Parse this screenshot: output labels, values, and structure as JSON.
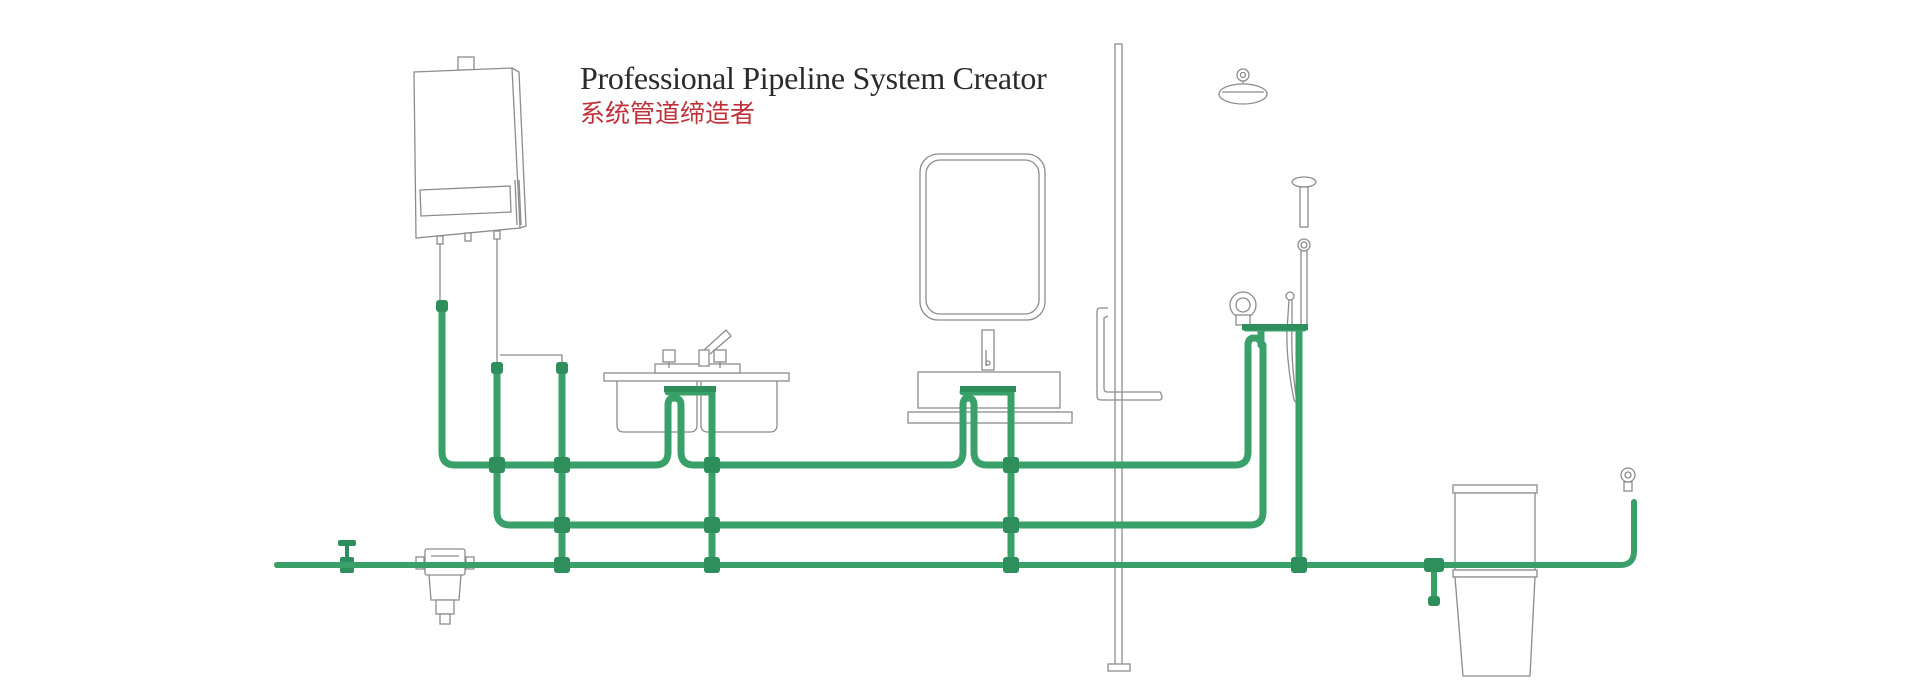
{
  "title": {
    "english": "Professional Pipeline System Creator",
    "chinese": "系统管道缔造者"
  },
  "colors": {
    "pipe": "#3aa06a",
    "fitting": "#2e8f5c",
    "fixture_line": "#8c8c8c",
    "title_english": "#2b2b2b",
    "title_chinese": "#c0303a"
  },
  "fixtures": [
    "water-heater",
    "kitchen-sink",
    "mirror",
    "bathroom-basin",
    "glass-partition",
    "shower-head",
    "hand-shower",
    "toilet",
    "water-filter",
    "main-valve"
  ]
}
